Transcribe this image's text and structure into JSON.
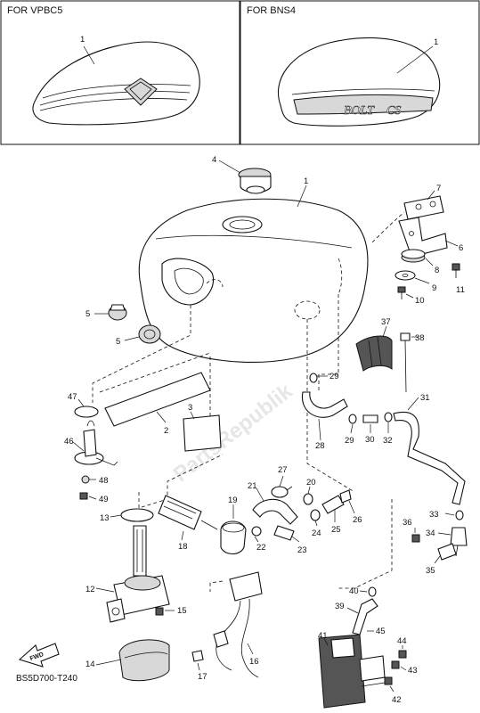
{
  "variants": [
    {
      "title": "FOR VPBC5",
      "callout": "1"
    },
    {
      "title": "FOR BNS4",
      "callout": "1"
    }
  ],
  "callouts": {
    "c1": "1",
    "c2": "2",
    "c3": "3",
    "c4": "4",
    "c5a": "5",
    "c5b": "5",
    "c6": "6",
    "c7": "7",
    "c8": "8",
    "c9": "9",
    "c10": "10",
    "c11": "11",
    "c12": "12",
    "c13": "13",
    "c14": "14",
    "c15": "15",
    "c16": "16",
    "c17": "17",
    "c18": "18",
    "c19": "19",
    "c20": "20",
    "c21": "21",
    "c22": "22",
    "c23": "23",
    "c24": "24",
    "c25": "25",
    "c26": "26",
    "c27": "27",
    "c28": "28",
    "c29a": "29",
    "c29b": "29",
    "c30": "30",
    "c31": "31",
    "c32": "32",
    "c33": "33",
    "c34": "34",
    "c35": "35",
    "c36": "36",
    "c37": "37",
    "c38": "38",
    "c39": "39",
    "c40": "40",
    "c41": "41",
    "c42": "42",
    "c43": "43",
    "c44": "44",
    "c45": "45",
    "c46": "46",
    "c47": "47",
    "c48": "48",
    "c49": "49"
  },
  "fwd_label": "FWD",
  "diagram_code": "BS5D700-T240",
  "watermark": "PartsRepublik"
}
